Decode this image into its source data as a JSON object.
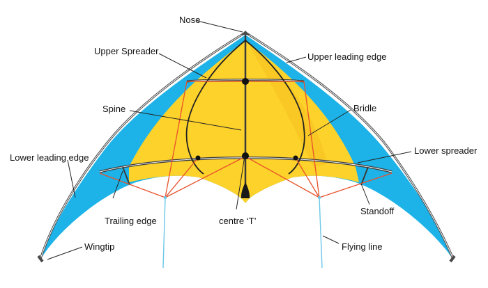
{
  "labels": {
    "nose": "Nose",
    "upper_spreader": "Upper Spreader",
    "upper_leading_edge": "Upper leading edge",
    "spine": "Spine",
    "bridle": "Bridle",
    "lower_leading_edge": "Lower leading edge",
    "lower_spreader": "Lower spreader",
    "trailing_edge": "Trailing edge",
    "centre_t": "centre ‘T’",
    "standoff": "Standoff",
    "wingtip": "Wingtip",
    "flying_line": "Flying line"
  },
  "colors": {
    "sail_blue": "#1db3e8",
    "sail_yellow": "#fdd22a",
    "sail_yellow_shade": "#f6bf1f",
    "frame": "#4a4a4a",
    "bridle_line": "#e8502a",
    "flying_line": "#6cc7e8",
    "leader_line": "#222222"
  }
}
